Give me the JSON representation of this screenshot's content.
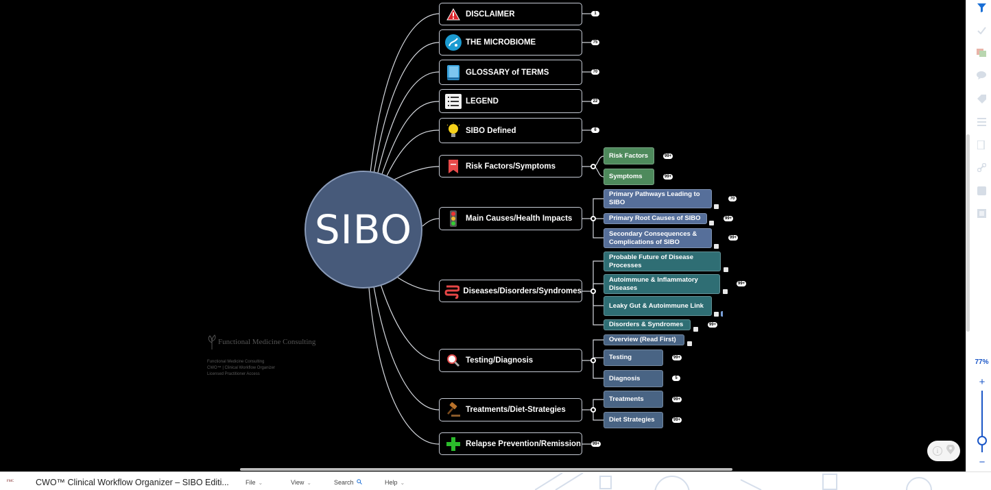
{
  "central": {
    "label": "SIBO",
    "color": "#475a7a"
  },
  "topics": [
    {
      "label": "DISCLAIMER",
      "icon": "warning-icon",
      "badge": "1"
    },
    {
      "label": "THE MICROBIOME",
      "icon": "microbiome-icon",
      "badge": "75"
    },
    {
      "label": "GLOSSARY of TERMS",
      "icon": "book-icon",
      "badge": "70"
    },
    {
      "label": "LEGEND",
      "icon": "list-icon",
      "badge": "22"
    },
    {
      "label": "SIBO Defined",
      "icon": "lightbulb-icon",
      "badge": "6"
    },
    {
      "label": "Risk Factors/Symptoms",
      "icon": "bookmark-icon"
    },
    {
      "label": "Main Causes/Health Impacts",
      "icon": "traffic-light-icon"
    },
    {
      "label": "Diseases/Disorders/Syndromes",
      "icon": "intestine-icon"
    },
    {
      "label": "Testing/Diagnosis",
      "icon": "magnifier-icon"
    },
    {
      "label": "Treatments/Diet-Strategies",
      "icon": "gavel-icon"
    },
    {
      "label": "Relapse Prevention/Remission",
      "icon": "green-cross-icon",
      "badge": "99+"
    }
  ],
  "subtopics": {
    "risk": [
      {
        "label": "Risk Factors",
        "badge": "99+"
      },
      {
        "label": "Symptoms",
        "badge": "99+"
      }
    ],
    "causes": [
      {
        "label": "Primary Pathways Leading to SIBO",
        "badge": "70"
      },
      {
        "label": "Primary Root Causes of SIBO",
        "badge": "99+"
      },
      {
        "label": "Secondary Consequences & Complications of SIBO",
        "badge": "99+"
      }
    ],
    "diseases": [
      {
        "label": "Probable Future of Disease Processes"
      },
      {
        "label": "Autoimmune & Inflammatory Diseases",
        "badge": "99+"
      },
      {
        "label": "Leaky Gut & Autoimmune Link"
      },
      {
        "label": "Disorders & Syndromes",
        "badge": "99+"
      }
    ],
    "testing": [
      {
        "label": "Overview (Read First)"
      },
      {
        "label": "Testing",
        "badge": "99+"
      },
      {
        "label": "Diagnosis",
        "badge": "5"
      }
    ],
    "treatments": [
      {
        "label": "Treatments",
        "badge": "99+"
      },
      {
        "label": "Diet Strategies",
        "badge": "99+"
      }
    ]
  },
  "watermark": {
    "brand": "Functional Medicine Consulting",
    "line1": "Functional Medicine Consulting",
    "line2": "CWO™ | Clinical Workflow Organizer",
    "line3": "Licensed Practitioner Access"
  },
  "sidebar": {
    "zoom": "77%",
    "zoom_level": 0.77,
    "icons": [
      "filter-icon",
      "check-icon",
      "image-icon",
      "chat-icon",
      "tag-icon",
      "table-icon",
      "edit-icon",
      "link-icon",
      "style-icon",
      "theme-icon"
    ]
  },
  "bottombar": {
    "title": "CWO™ Clinical Workflow Organizer – SIBO Editi...",
    "menus": [
      "File",
      "View",
      "Search",
      "Help"
    ]
  }
}
